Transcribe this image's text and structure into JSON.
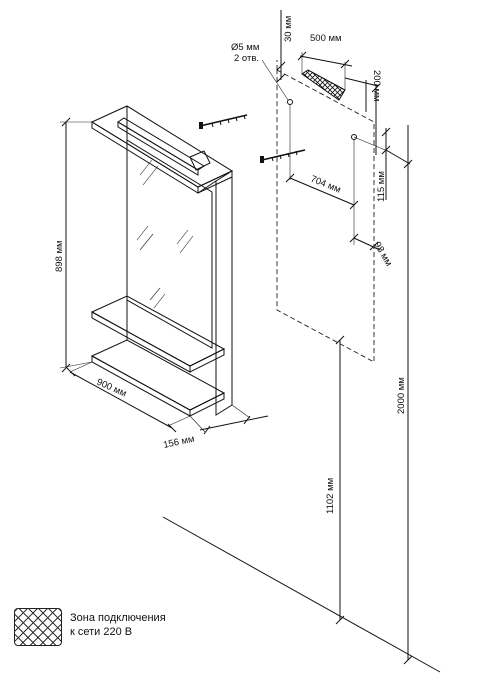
{
  "dimensions": {
    "hole_diameter": "Ø5 мм",
    "holes_count": "2 отв.",
    "top_offset": "30 мм",
    "socket_width": "500 мм",
    "side_offset": "200 мм",
    "hole_spacing": "704 мм",
    "hole_drop": "115 мм",
    "edge_offset": "98 мм",
    "cabinet_height": "898 мм",
    "cabinet_width": "900 мм",
    "cabinet_depth": "156 мм",
    "mount_height": "1102 мм",
    "total_height": "2000 мм"
  },
  "legend": {
    "line1": "Зона подключения",
    "line2": "к сети 220 В"
  }
}
